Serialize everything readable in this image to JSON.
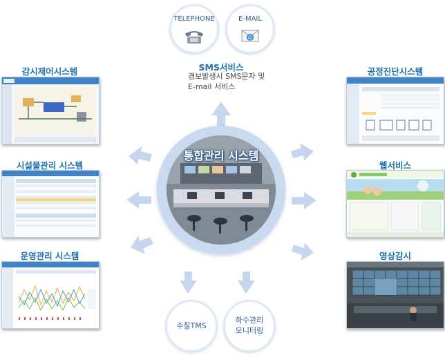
{
  "center": {
    "title": "통합관리 시스템"
  },
  "top_nodes": {
    "telephone": {
      "label": "TELEPHONE"
    },
    "email": {
      "label": "E-MAIL"
    },
    "sms": {
      "title": "SMS서비스",
      "desc_line1": "경보발생시 SMS문자 및",
      "desc_line2": "E-mail 서비스"
    }
  },
  "left_nodes": [
    {
      "title": "감시제어시스템"
    },
    {
      "title": "시설물관리 시스템"
    },
    {
      "title": "운영관리 시스템"
    }
  ],
  "right_nodes": [
    {
      "title": "공정진단시스템"
    },
    {
      "title": "웹서비스"
    },
    {
      "title": "영상감시"
    }
  ],
  "bottom_nodes": {
    "water": {
      "label": "수질TMS"
    },
    "sewer": {
      "line1": "하수관리",
      "line2": "모니터링"
    }
  },
  "colors": {
    "title_blue": "#1f6fb2",
    "arrow_blue": "#c5d6ee",
    "circle_blue": "#c9d9ef"
  }
}
